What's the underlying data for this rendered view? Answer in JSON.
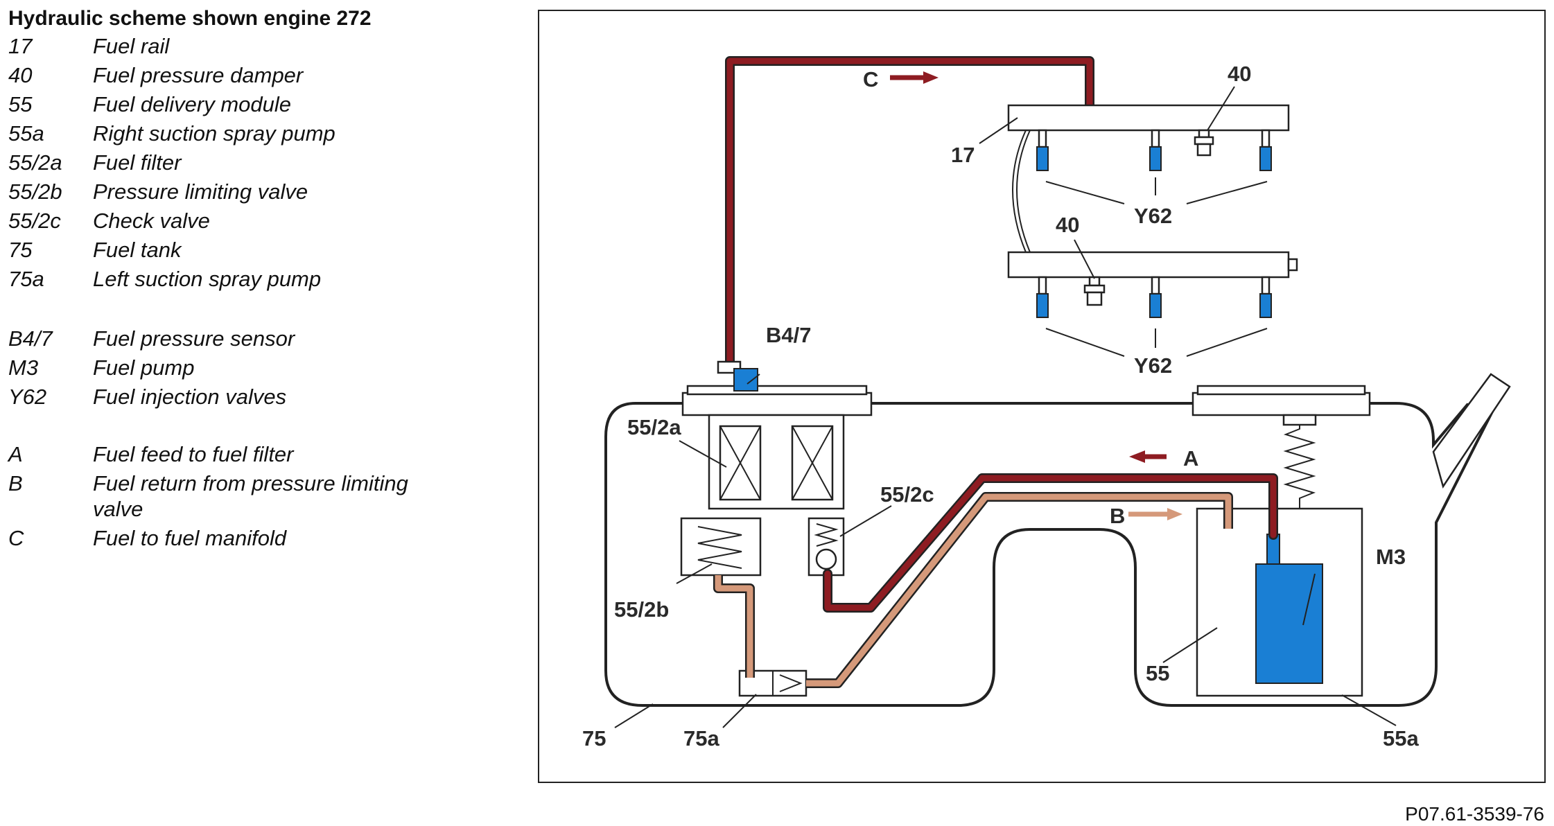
{
  "legend": {
    "title": "Hydraulic scheme shown engine 272",
    "items": [
      {
        "key": "17",
        "desc": "Fuel rail"
      },
      {
        "key": "40",
        "desc": "Fuel pressure damper"
      },
      {
        "key": "55",
        "desc": "Fuel delivery module"
      },
      {
        "key": "55a",
        "desc": "Right suction spray pump"
      },
      {
        "key": "55/2a",
        "desc": "Fuel filter"
      },
      {
        "key": "55/2b",
        "desc": "Pressure limiting valve"
      },
      {
        "key": "55/2c",
        "desc": "Check valve"
      },
      {
        "key": "75",
        "desc": "Fuel tank"
      },
      {
        "key": "75a",
        "desc": "Left suction spray pump"
      },
      {
        "key": "B4/7",
        "desc": "Fuel pressure sensor"
      },
      {
        "key": "M3",
        "desc": "Fuel pump"
      },
      {
        "key": "Y62",
        "desc": "Fuel injection valves"
      },
      {
        "key": "A",
        "desc": "Fuel feed to fuel filter"
      },
      {
        "key": "B",
        "desc": "Fuel return from pressure limiting valve"
      },
      {
        "key": "C",
        "desc": "Fuel to fuel manifold"
      }
    ]
  },
  "diagram": {
    "labels": {
      "c": "C",
      "a": "A",
      "b": "B",
      "rail": "17",
      "damper_top": "40",
      "damper_bottom": "40",
      "injectors_top": "Y62",
      "injectors_bottom": "Y62",
      "sensor": "B4/7",
      "filter": "55/2a",
      "check_valve": "55/2c",
      "pressure_valve": "55/2b",
      "pump": "M3",
      "module": "55",
      "tank": "75",
      "left_spray": "75a",
      "right_spray": "55a"
    },
    "colors": {
      "supply_line": "#8e1c22",
      "return_line": "#d5997a",
      "component_blue": "#1a7fd4"
    }
  },
  "figure_code": "P07.61-3539-76"
}
